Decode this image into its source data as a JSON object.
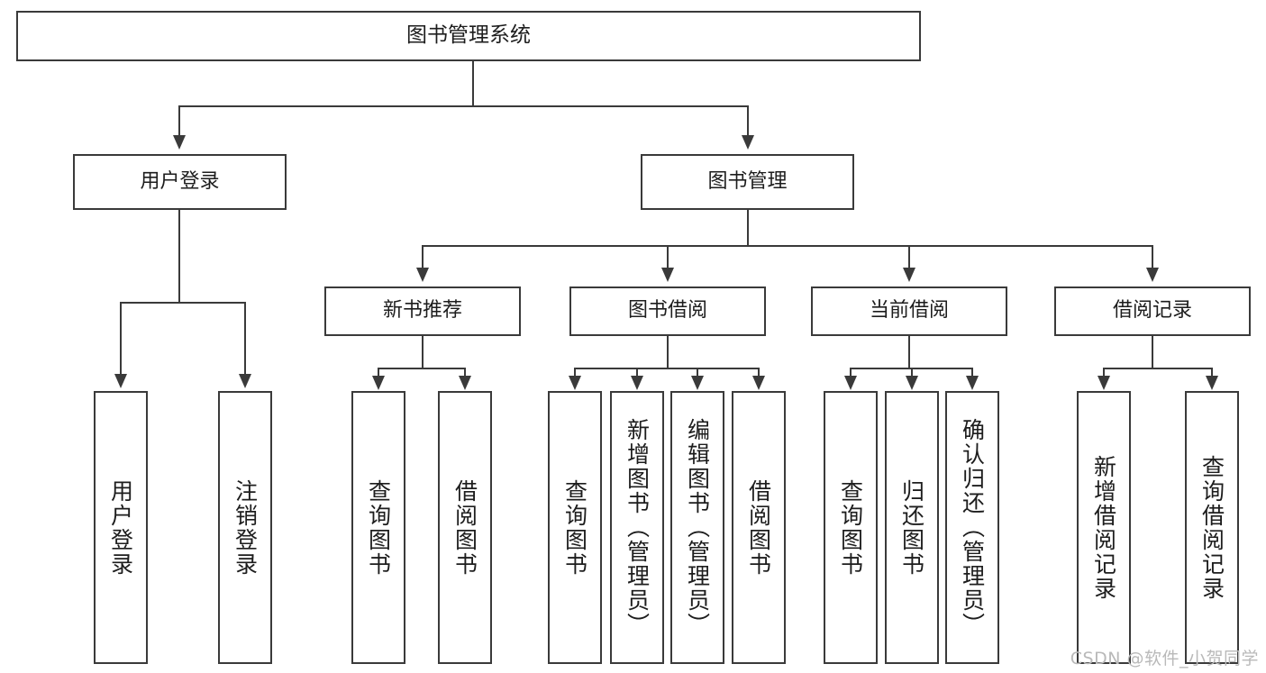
{
  "diagram": {
    "type": "tree",
    "title": "图书管理系统",
    "root": {
      "label": "图书管理系统"
    },
    "level2": [
      {
        "label": "用户登录"
      },
      {
        "label": "图书管理"
      }
    ],
    "level3": [
      {
        "label": "新书推荐"
      },
      {
        "label": "图书借阅"
      },
      {
        "label": "当前借阅"
      },
      {
        "label": "借阅记录"
      }
    ],
    "leaves": {
      "user_login": [
        {
          "label": "用户登录"
        },
        {
          "label": "注销登录"
        }
      ],
      "new_book": [
        {
          "label": "查询图书"
        },
        {
          "label": "借阅图书"
        }
      ],
      "borrow_book": [
        {
          "label": "查询图书"
        },
        {
          "label": "新增图书（管理员）"
        },
        {
          "label": "编辑图书（管理员）"
        },
        {
          "label": "借阅图书"
        }
      ],
      "current_borrow": [
        {
          "label": "查询图书"
        },
        {
          "label": "归还图书"
        },
        {
          "label": "确认归还（管理员）"
        }
      ],
      "borrow_record": [
        {
          "label": "新增借阅记录"
        },
        {
          "label": "查询借阅记录"
        }
      ]
    }
  },
  "watermark": {
    "text": "CSDN @软件_小贺同学"
  },
  "colors": {
    "stroke": "#3a3a3a",
    "text": "#1d1d1d",
    "background": "#ffffff",
    "watermark": "#b9b9b9"
  }
}
